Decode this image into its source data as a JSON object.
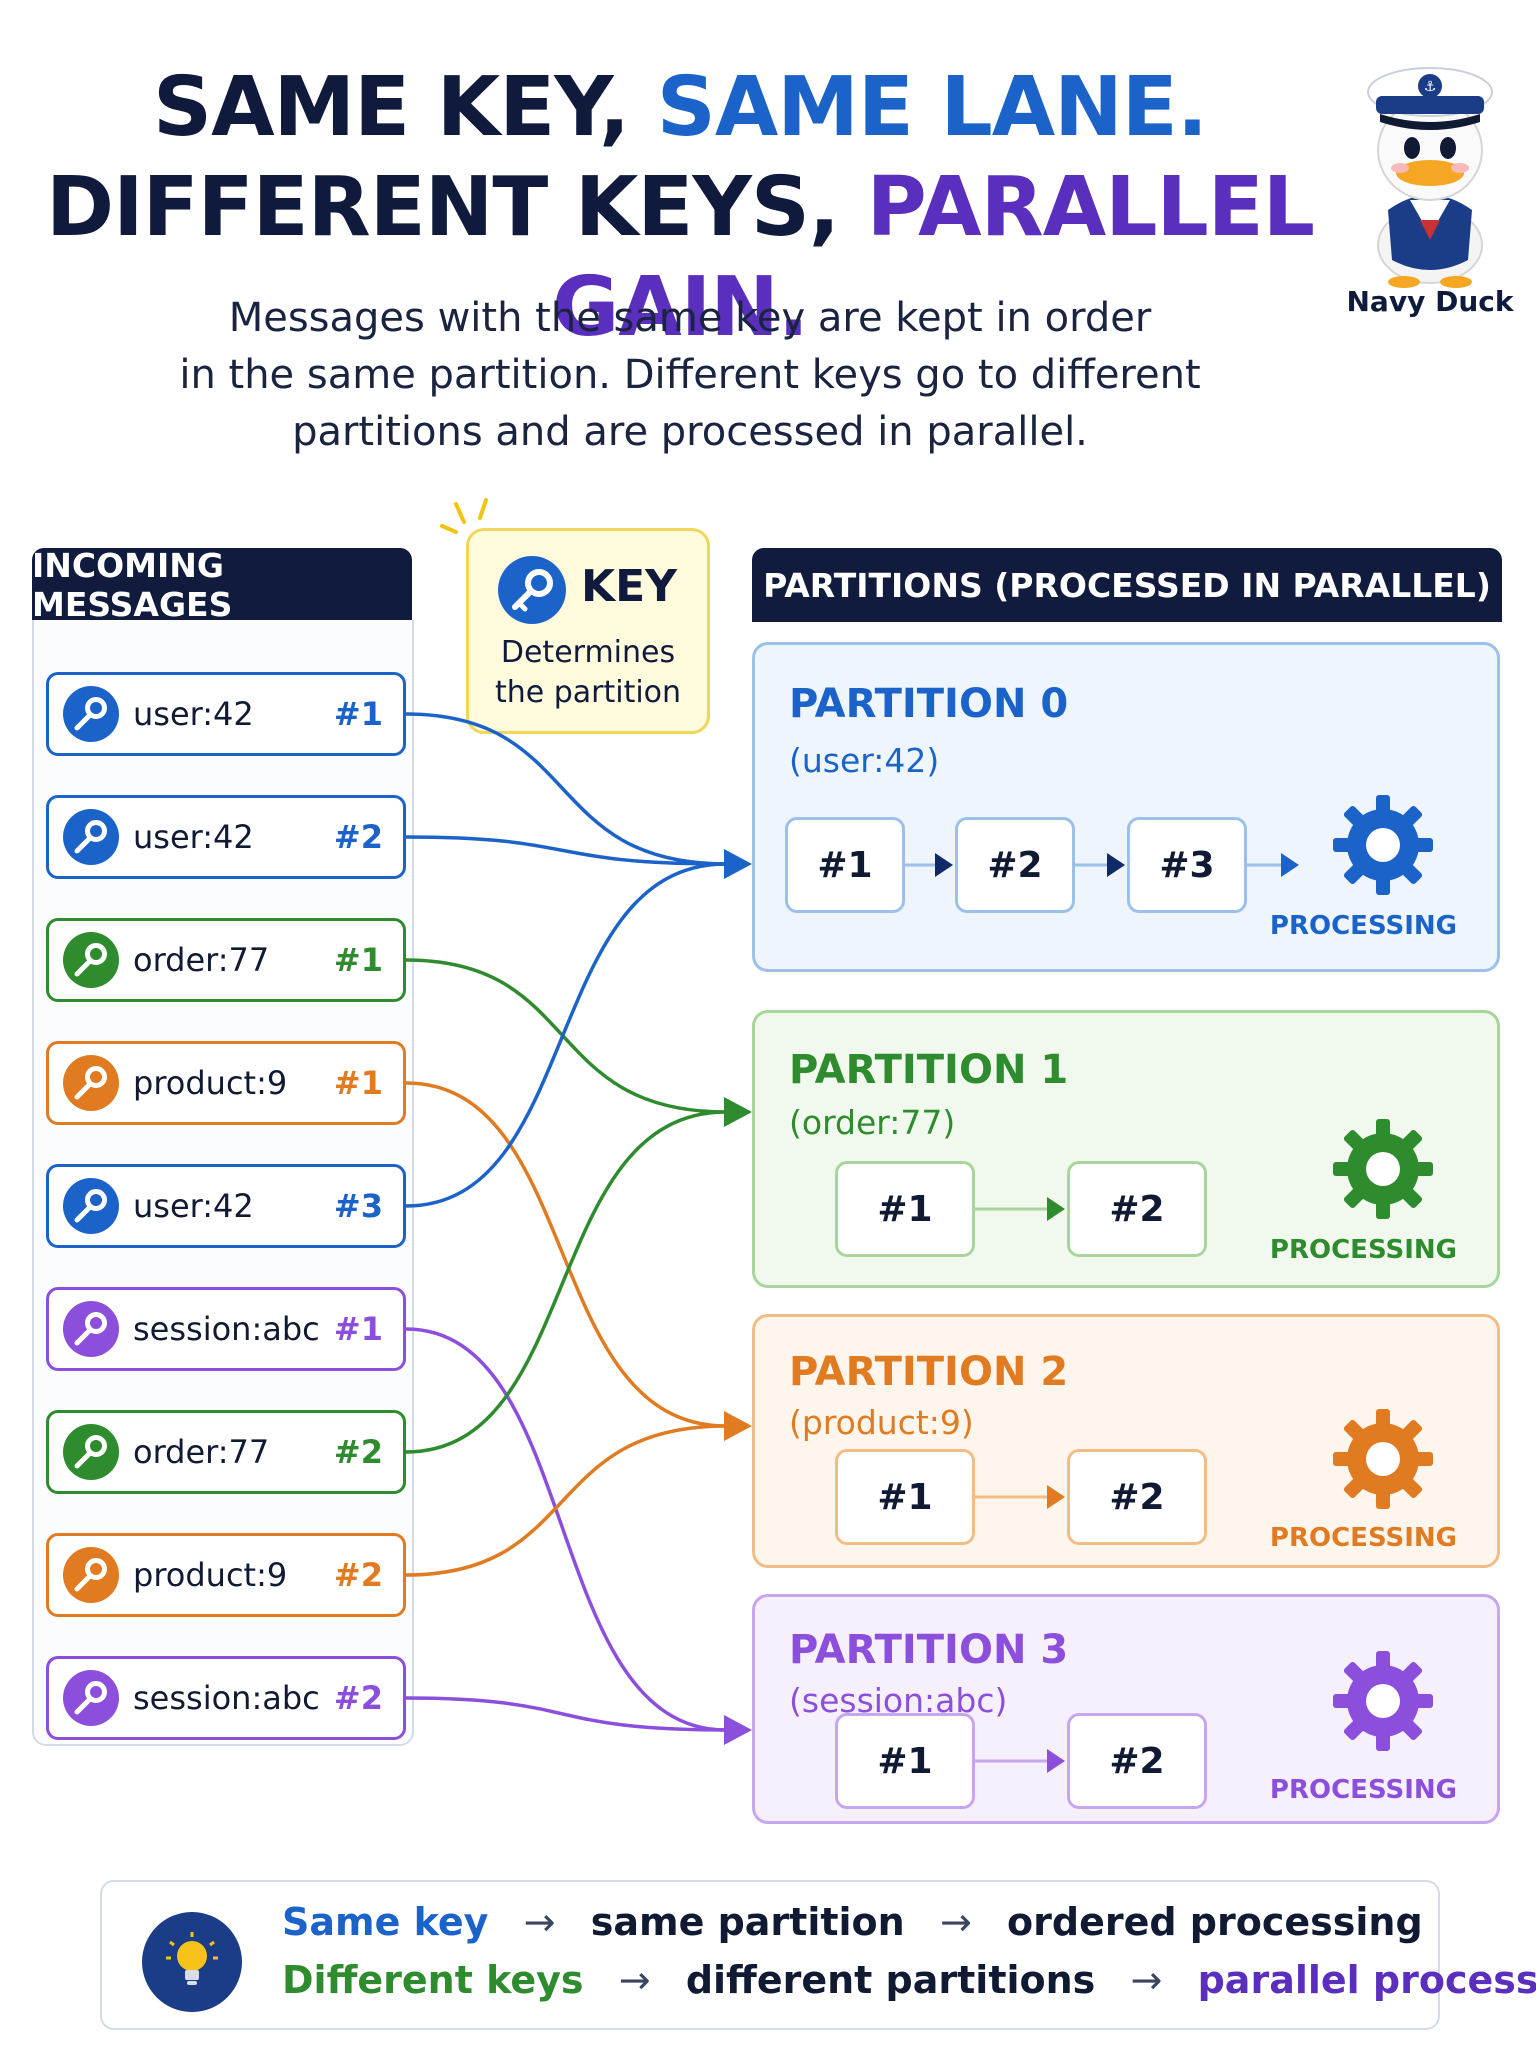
{
  "title": {
    "line1_a": "SAME KEY,",
    "line1_b": "SAME LANE.",
    "line2_a": "DIFFERENT KEYS,",
    "line2_b": "PARALLEL GAIN."
  },
  "subtitle": {
    "line1": "Messages with the same key are kept in order",
    "line2": "in the same partition. Different keys go to different",
    "line3": "partitions and are processed in parallel."
  },
  "mascot": {
    "name": "Navy Duck"
  },
  "incoming": {
    "header": "INCOMING MESSAGES",
    "messages": [
      {
        "key": "user:42",
        "seq": "#1",
        "color": "#1c63c9",
        "partition": 0
      },
      {
        "key": "user:42",
        "seq": "#2",
        "color": "#1c63c9",
        "partition": 0
      },
      {
        "key": "order:77",
        "seq": "#1",
        "color": "#2e8b2e",
        "partition": 1
      },
      {
        "key": "product:9",
        "seq": "#1",
        "color": "#e07b22",
        "partition": 2
      },
      {
        "key": "user:42",
        "seq": "#3",
        "color": "#1c63c9",
        "partition": 0
      },
      {
        "key": "session:abc",
        "seq": "#1",
        "color": "#8b4fdc",
        "partition": 3
      },
      {
        "key": "order:77",
        "seq": "#2",
        "color": "#2e8b2e",
        "partition": 1
      },
      {
        "key": "product:9",
        "seq": "#2",
        "color": "#e07b22",
        "partition": 2
      },
      {
        "key": "session:abc",
        "seq": "#2",
        "color": "#8b4fdc",
        "partition": 3
      }
    ]
  },
  "key_note": {
    "title": "KEY",
    "desc_line1": "Determines",
    "desc_line2": "the partition"
  },
  "partitions": {
    "header": "PARTITIONS (PROCESSED IN PARALLEL)",
    "items": [
      {
        "title": "PARTITION 0",
        "key": "(user:42)",
        "slots": [
          "#1",
          "#2",
          "#3"
        ],
        "status": "PROCESSING",
        "color": "#1c63c9",
        "bg": "#eef5fd",
        "border": "#9cc0ea"
      },
      {
        "title": "PARTITION 1",
        "key": "(order:77)",
        "slots": [
          "#1",
          "#2"
        ],
        "status": "PROCESSING",
        "color": "#2e8b2e",
        "bg": "#f1f8ee",
        "border": "#a9d49c"
      },
      {
        "title": "PARTITION 2",
        "key": "(product:9)",
        "slots": [
          "#1",
          "#2"
        ],
        "status": "PROCESSING",
        "color": "#e07b22",
        "bg": "#fef5ec",
        "border": "#f0bd85"
      },
      {
        "title": "PARTITION 3",
        "key": "(session:abc)",
        "slots": [
          "#1",
          "#2"
        ],
        "status": "PROCESSING",
        "color": "#8b4fdc",
        "bg": "#f6f0fd",
        "border": "#c6a6ee"
      }
    ]
  },
  "summary": {
    "row1": [
      "Same key",
      "same partition",
      "ordered processing"
    ],
    "row2": [
      "Different keys",
      "different partitions",
      "parallel processing"
    ],
    "arrow": "→"
  }
}
